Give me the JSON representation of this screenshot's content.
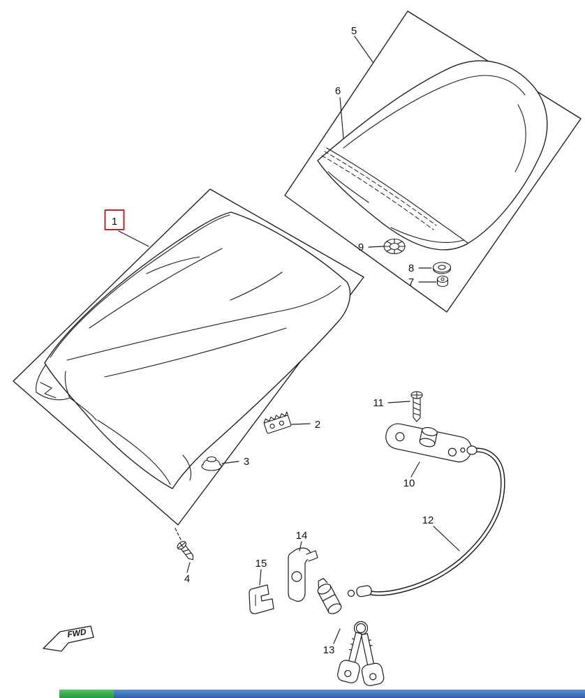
{
  "diagram": {
    "line_color": "#1b1b1b",
    "highlight_box_color": "#b4282e",
    "fwd_marker": "FWD",
    "part_labels": {
      "1": "1",
      "2": "2",
      "3": "3",
      "4": "4",
      "5": "5",
      "6": "6",
      "7": "7",
      "8": "8",
      "9": "9",
      "10": "10",
      "11": "11",
      "12": "12",
      "13": "13",
      "14": "14",
      "15": "15"
    }
  },
  "taskbar": {
    "segments": [
      {
        "name": "white-segment",
        "color": "#ffffff"
      },
      {
        "name": "green-segment",
        "color": "#35b44a"
      },
      {
        "name": "blue-segment",
        "color": "#3470c2"
      }
    ]
  }
}
